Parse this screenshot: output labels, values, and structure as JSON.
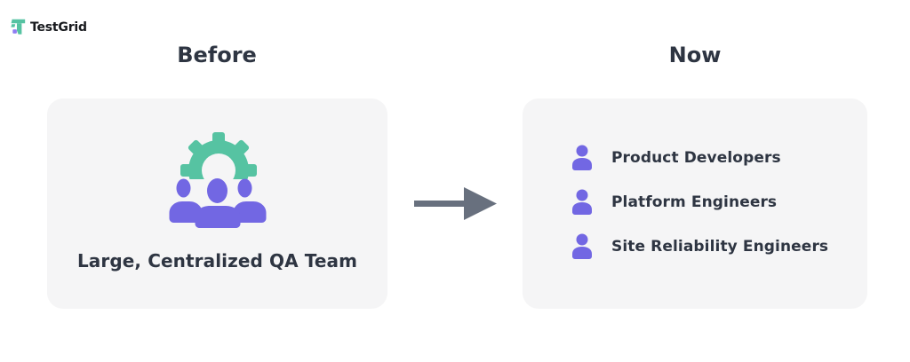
{
  "logo": {
    "brand": "TestGrid",
    "icon": "testgrid-logo-icon"
  },
  "headings": {
    "before": "Before",
    "now": "Now"
  },
  "before_card": {
    "icon": "team-with-gear-icon",
    "caption": "Large, Centralized QA Team"
  },
  "arrow": {
    "icon": "right-arrow-icon",
    "direction": "right"
  },
  "now_card": {
    "items": [
      {
        "icon": "person-icon",
        "label": "Product Developers"
      },
      {
        "icon": "person-icon",
        "label": "Platform Engineers"
      },
      {
        "icon": "person-icon",
        "label": "Site Reliability Engineers"
      }
    ]
  },
  "colors": {
    "teal": "#56C3A2",
    "purple": "#7267E3",
    "purple_light": "#8F7DF2",
    "arrow": "#68707E",
    "text": "#2E3542",
    "logo_text": "#17191D",
    "card_bg": "#F5F5F6",
    "page_bg": "#FFFFFF"
  }
}
